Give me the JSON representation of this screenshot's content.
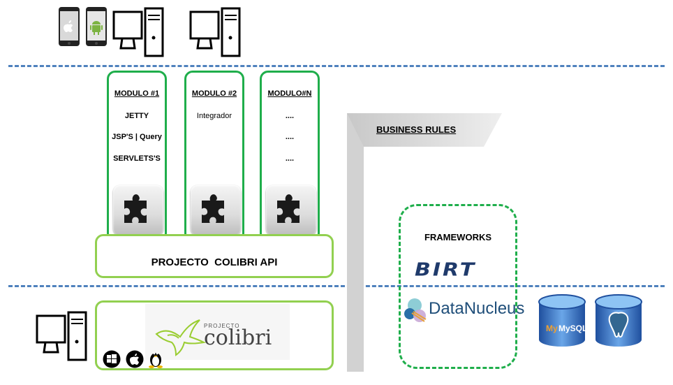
{
  "modules": [
    {
      "title": "MODULO #1",
      "lines": [
        "JETTY",
        "JSP'S | Query",
        "SERVLETS'S"
      ]
    },
    {
      "title": "MODULO #2",
      "lines": [
        "Integrador",
        "",
        ""
      ]
    },
    {
      "title": "MODULO#N",
      "lines": [
        "....",
        "....",
        "...."
      ]
    }
  ],
  "api_label": "PROJECTO  COLIBRI API",
  "business_rules": "BUSINESS RULES",
  "frameworks": {
    "title": "FRAMEWORKS",
    "birt": "BIRT",
    "datanucleus": "DataNucleus"
  },
  "colibri": {
    "projecto": "PROJECTO",
    "name": "colibri"
  },
  "databases": {
    "mysql": "MySQL"
  },
  "icons": [
    "iphone-icon",
    "android-phone-icon",
    "desktop-computer-icon",
    "desktop-computer-icon",
    "desktop-computer-icon",
    "windows-icon",
    "apple-icon",
    "linux-icon",
    "mysql-database-icon",
    "postgresql-database-icon",
    "puzzle-icon"
  ],
  "colors": {
    "accent_green": "#1fae4b",
    "light_green": "#92d050",
    "dash_blue": "#4f81bd"
  }
}
